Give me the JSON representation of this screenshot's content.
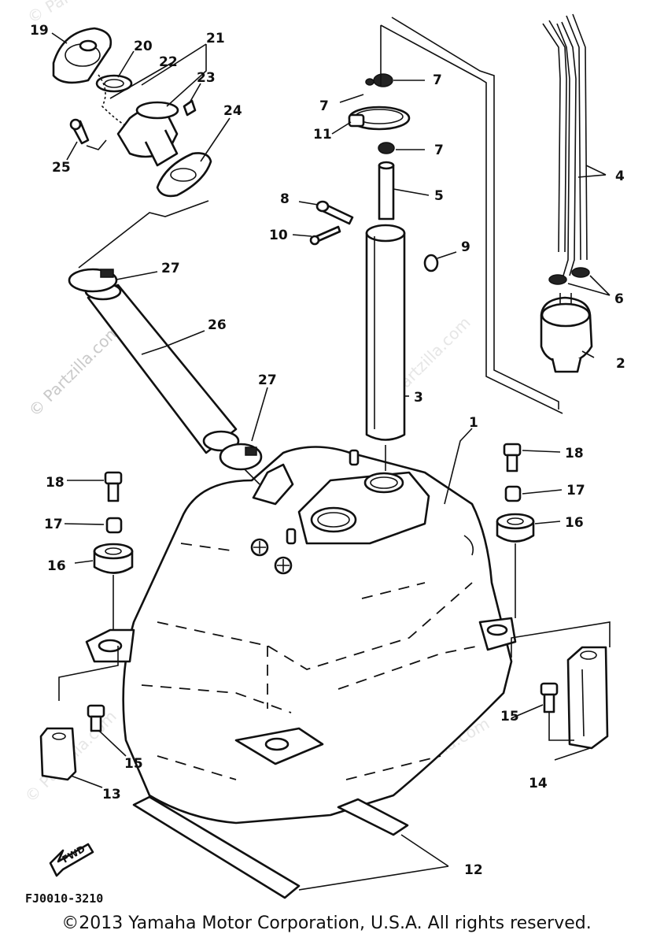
{
  "watermarks": [
    "© Partzilla.com",
    "© Partzilla.com",
    "© Partzilla.com",
    "© Partzilla.com",
    "© Partzilla.com"
  ],
  "direction_label": "FWD",
  "diagram_code": "FJ0010-3210",
  "copyright": "©2013  Yamaha Motor Corporation, U.S.A. All rights reserved.",
  "callouts": {
    "c1": "1",
    "c2": "2",
    "c3": "3",
    "c4": "4",
    "c5": "5",
    "c6": "6",
    "c7a": "7",
    "c7b": "7",
    "c7c": "7",
    "c8": "8",
    "c9": "9",
    "c10": "10",
    "c11": "11",
    "c12": "12",
    "c13": "13",
    "c14": "14",
    "c15a": "15",
    "c15b": "15",
    "c16a": "16",
    "c16b": "16",
    "c17a": "17",
    "c17b": "17",
    "c18a": "18",
    "c18b": "18",
    "c19": "19",
    "c20": "20",
    "c21": "21",
    "c22": "22",
    "c23": "23",
    "c24": "24",
    "c25": "25",
    "c26": "26",
    "c27a": "27",
    "c27b": "27"
  }
}
